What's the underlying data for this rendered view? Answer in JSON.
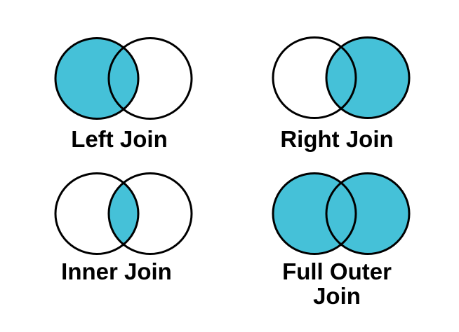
{
  "colors": {
    "background": "#ffffff",
    "highlight_fill": "#45c1d8",
    "circle_outline": "#000000",
    "label_text": "#000000"
  },
  "diagrams": [
    {
      "id": "left-join",
      "label": "Left Join",
      "highlight": "left"
    },
    {
      "id": "right-join",
      "label": "Right Join",
      "highlight": "right"
    },
    {
      "id": "inner-join",
      "label": "Inner Join",
      "highlight": "intersection"
    },
    {
      "id": "full-outer-join",
      "label": "Full Outer Join",
      "highlight": "both"
    }
  ]
}
